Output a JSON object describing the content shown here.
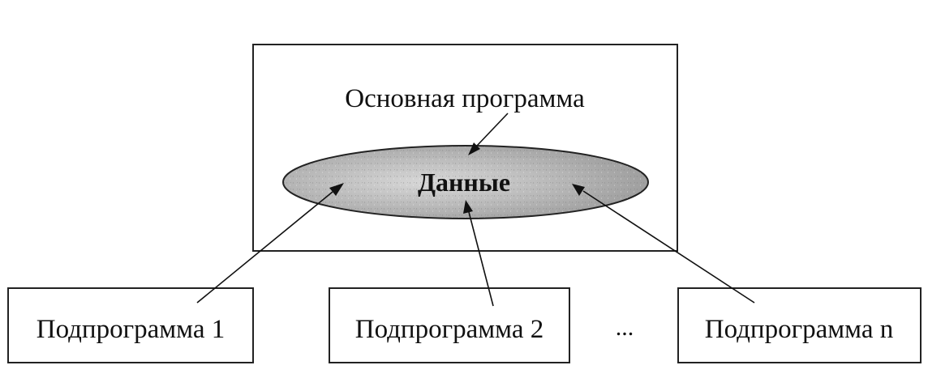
{
  "diagram": {
    "main_program_label": "Основная программа",
    "data_label": "Данные",
    "subprogram_1_label": "Подпрограмма 1",
    "subprogram_2_label": "Подпрограмма 2",
    "ellipsis_label": "...",
    "subprogram_n_label": "Подпрограмма n"
  },
  "colors": {
    "line": "#111111",
    "ellipse_fill": "#b8b8b8",
    "ellipse_stroke": "#222222",
    "box_stroke": "#222222"
  }
}
